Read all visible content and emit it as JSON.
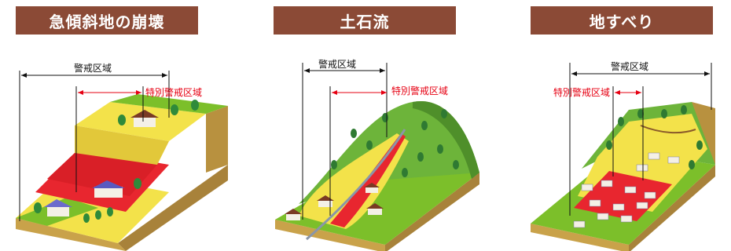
{
  "panels": [
    {
      "title": "急傾斜地の崩壊",
      "zone_label": "警戒区域",
      "special_zone_label": "特別警戒区域"
    },
    {
      "title": "土石流",
      "zone_label": "警戒区域",
      "special_zone_label": "特別警戒区域"
    },
    {
      "title": "地すべり",
      "zone_label": "警戒区域",
      "special_zone_label": "特別警戒区域"
    }
  ],
  "colors": {
    "title_bg": "#8b4a36",
    "warning_zone": "#f3e24a",
    "special_zone": "#e8262f",
    "grass": "#7cbf2a",
    "soil": "#c9a24a",
    "annotation_red": "#e60012"
  }
}
